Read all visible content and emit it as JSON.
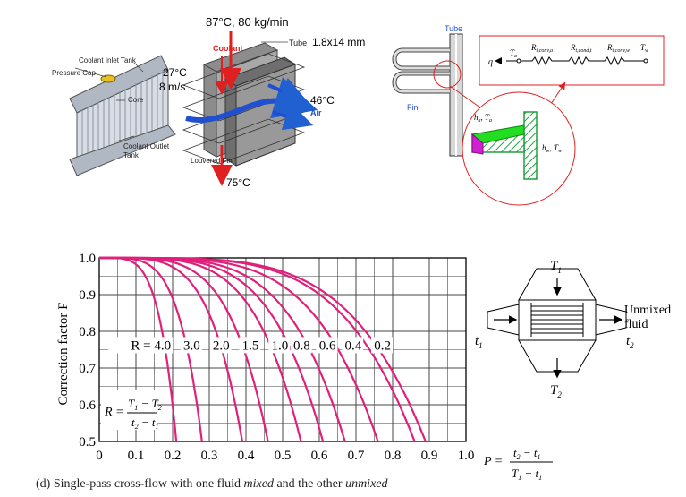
{
  "top": {
    "coolant_top": "87°C, 80 kg/min",
    "coolant_label": "Coolant",
    "tube_label": "Tube",
    "tube_size": "1.8x14 mm",
    "air_in_temp": "27°C",
    "air_in_speed": "8 m/s",
    "air_out_temp": "46°C",
    "air_label": "Air",
    "louvered_fin": "Louvered Fin",
    "coolant_out_temp": "75°C",
    "coolant_inlet_tank": "Coolant Inlet Tank",
    "pressure_cap": "Pressure Cap",
    "core": "Core",
    "coolant_outlet_tank_1": "Coolant Outlet",
    "coolant_outlet_tank_2": "Tank"
  },
  "fin_diagram": {
    "tube": "Tube",
    "fin": "Fin",
    "q": "q",
    "ta": "T",
    "ta_sub": "a",
    "r1": "R",
    "r1_sub": "t,conv,a",
    "r2": "R",
    "r2_sub": "t,cond,t",
    "r3": "R",
    "r3_sub": "t,conv,w",
    "tw": "T",
    "tw_sub": "w",
    "ha_ta": "h",
    "ha_sub": "a",
    "ha_t": ", T",
    "ha_t_sub": "a",
    "hw_tw": "h",
    "hw_sub": "w",
    "hw_t": ", T",
    "hw_t_sub": "w"
  },
  "chart_data": {
    "type": "line",
    "xlim": [
      0,
      1.0
    ],
    "ylim": [
      0.5,
      1.0
    ],
    "x_ticks": [
      "0",
      "0.1",
      "0.2",
      "0.3",
      "0.4",
      "0.5",
      "0.6",
      "0.7",
      "0.8",
      "0.9",
      "1.0"
    ],
    "y_ticks": [
      "0.5",
      "0.6",
      "0.7",
      "0.8",
      "0.9",
      "1.0"
    ],
    "ylabel": "Correction factor F",
    "caption_prefix": "(d) Single-pass cross-flow with one fluid ",
    "caption_mixed": "mixed",
    "caption_middle": " and the other ",
    "caption_unmixed": "unmixed",
    "r_formula_label": "R =",
    "r_formula_num": "T1 − T2",
    "r_formula_den": "t2 − t1",
    "p_formula_label": "P =",
    "p_formula_num": "t2 − t1",
    "p_formula_den": "T1 − t1",
    "r_label_prefix": "R = ",
    "series": [
      {
        "name": "4.0",
        "x_end": 0.21
      },
      {
        "name": "3.0",
        "x_end": 0.28
      },
      {
        "name": "2.0",
        "x_end": 0.39
      },
      {
        "name": "1.5",
        "x_end": 0.46
      },
      {
        "name": "1.0",
        "x_end": 0.55
      },
      {
        "name": "0.8",
        "x_end": 0.61
      },
      {
        "name": "0.6",
        "x_end": 0.67
      },
      {
        "name": "0.4",
        "x_end": 0.76
      },
      {
        "name": "0.2",
        "x_end": 0.86
      },
      {
        "name": "",
        "x_end": 0.89
      }
    ]
  },
  "exchanger": {
    "T1": "T",
    "T1_sub": "1",
    "T2": "T",
    "T2_sub": "2",
    "t1": "t",
    "t1_sub": "1",
    "t2": "t",
    "t2_sub": "2",
    "unmixed_1": "Unmixed",
    "unmixed_2": "fluid"
  }
}
